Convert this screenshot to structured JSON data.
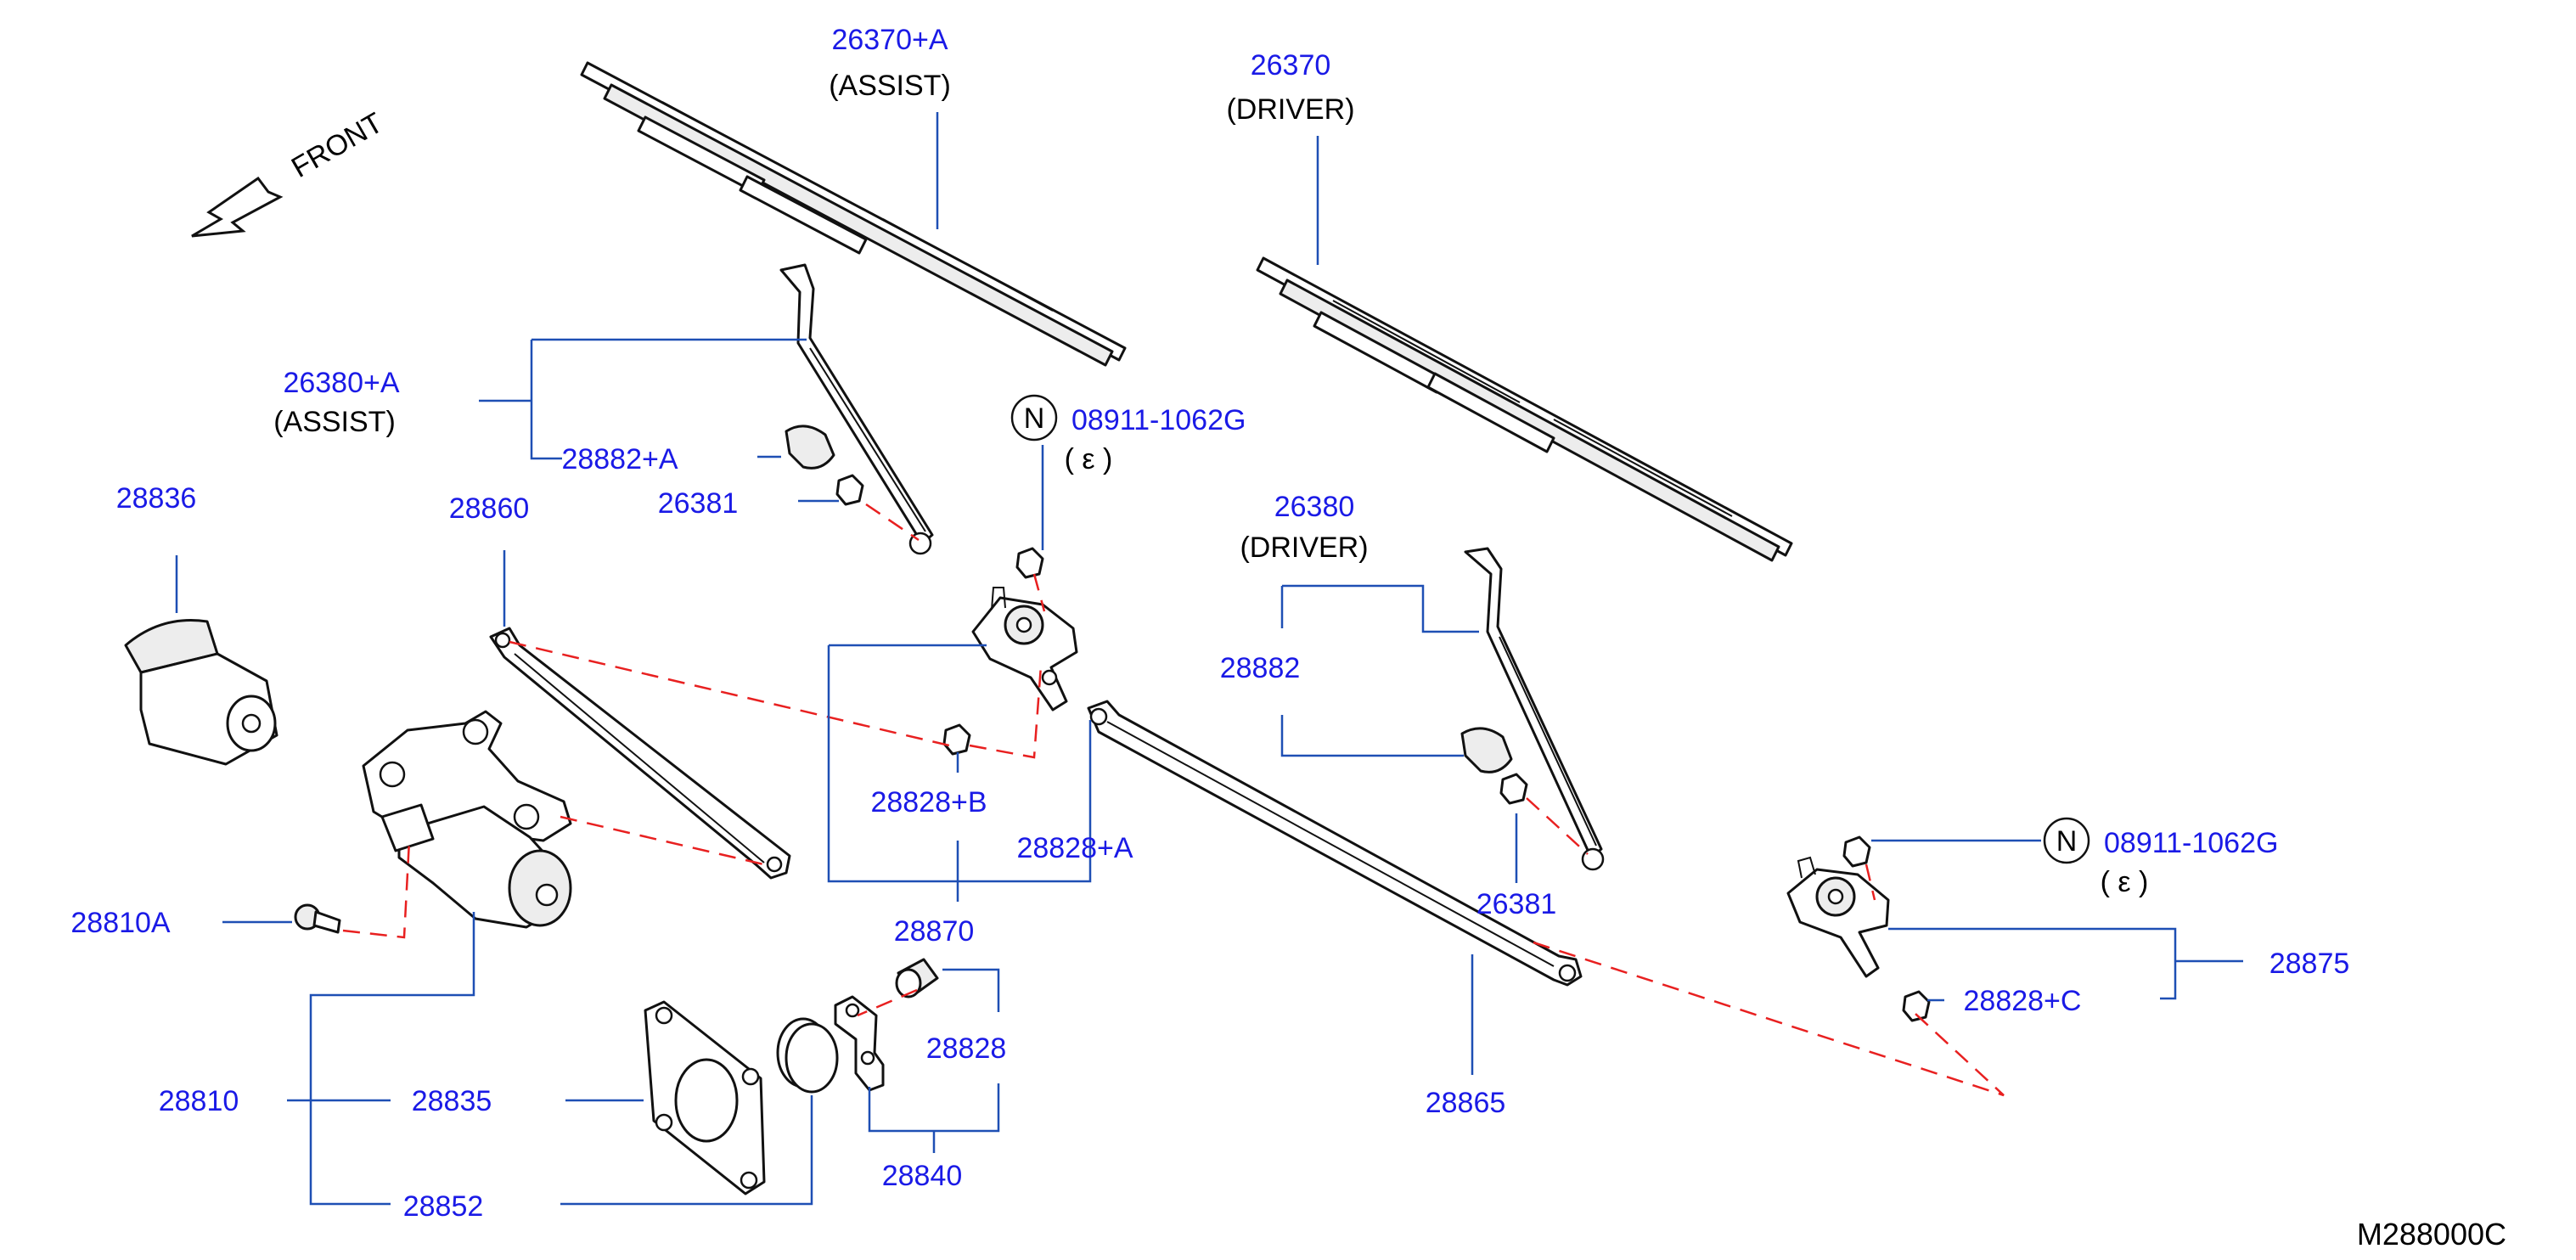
{
  "front_label": "FRONT",
  "diagram_ref": "M288000C",
  "colors": {
    "part_number": "#1a1ae6",
    "leader": "#1e4fb4",
    "hidden_line": "#e82020",
    "outline": "#111111"
  },
  "icons": {
    "front_arrow": "hollow-arrow",
    "standard_part_badge": "N-circle"
  },
  "labels": {
    "blade_assist_pn": "26370+A",
    "blade_assist_note": "(ASSIST)",
    "blade_driver_pn": "26370",
    "blade_driver_note": "(DRIVER)",
    "arm_assist_pn": "26380+A",
    "arm_assist_note": "(ASSIST)",
    "cap_assist_pn": "28882+A",
    "nut_assist_pn": "26381",
    "nut_std_1_pn": "08911-1062G",
    "nut_std_1_note": "( ε )",
    "cover_pn": "28836",
    "link_short_pn": "28860",
    "arm_driver_pn": "26380",
    "arm_driver_note": "(DRIVER)",
    "cap_driver_pn": "28882",
    "pivot_nut_b_pn": "28828+B",
    "pivot_nut_a_pn": "28828+A",
    "nut_driver_pn": "26381",
    "linkage_pn": "28870",
    "bolt_pn": "28810A",
    "bushing_pn": "28828",
    "motor_pn": "28810",
    "gasket_pn": "28835",
    "bracket_pn": "28840",
    "link_long_pn": "28865",
    "seal_pn": "28852",
    "nut_std_2_pn": "08911-1062G",
    "nut_std_2_note": "( ε )",
    "pivot_pn": "28875",
    "pivot_nut_c_pn": "28828+C",
    "badge_n_1": "N",
    "badge_n_2": "N"
  }
}
